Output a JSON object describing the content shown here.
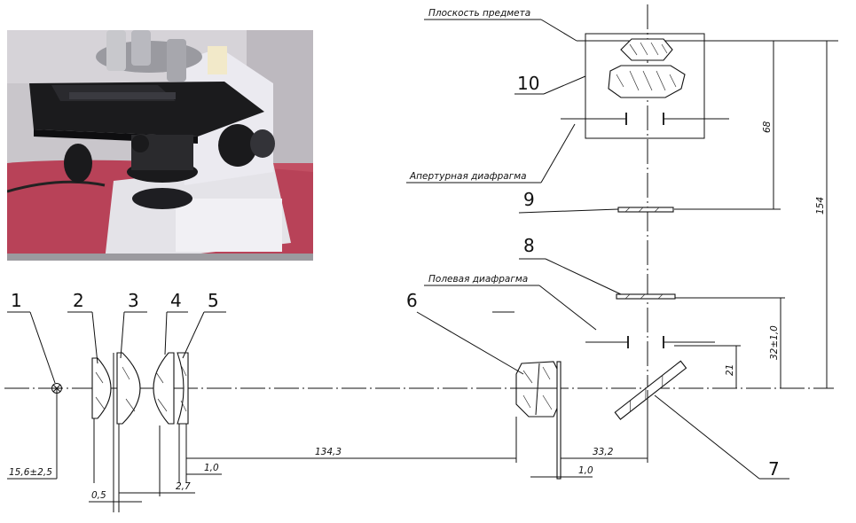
{
  "captions": {
    "object_plane": "Плоскость предмета",
    "aperture_diaphragm": "Апертурная диафрагма",
    "field_diaphragm": "Полевая диафрагма"
  },
  "labels": {
    "n1": "1",
    "n2": "2",
    "n3": "3",
    "n4": "4",
    "n5": "5",
    "n6": "6",
    "n7": "7",
    "n8": "8",
    "n9": "9",
    "n10": "10"
  },
  "dimensions": {
    "d_15_6": "15,6±2,5",
    "d_0_5": "0,5",
    "d_2_7": "2,7",
    "d_1_0_a": "1,0",
    "d_134_3": "134,3",
    "d_33_2": "33,2",
    "d_1_0_b": "1,0",
    "d_68": "68",
    "d_154": "154",
    "d_32": "32±1,0",
    "d_21": "21"
  },
  "colors": {
    "photo_background": "#c85a6e",
    "stage": "#1c1c1c",
    "body": "#e6e6ea"
  }
}
